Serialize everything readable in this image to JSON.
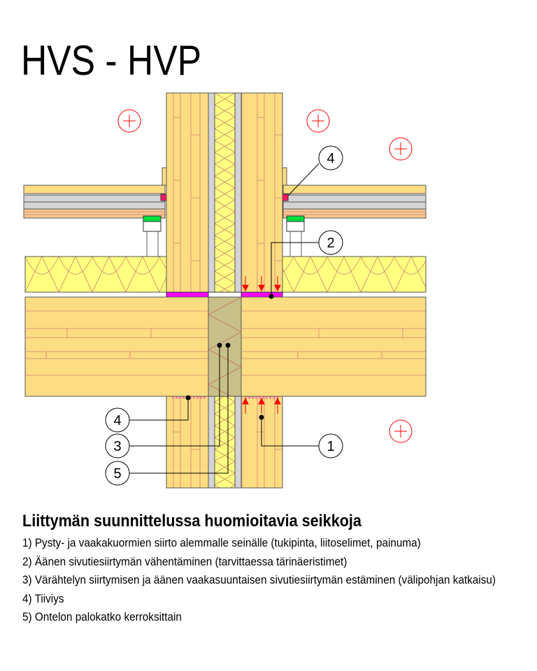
{
  "title": "HVS - HVP",
  "callouts": [
    "4",
    "2",
    "4",
    "3",
    "5",
    "1"
  ],
  "notes": {
    "heading": "Liittymän suunnittelussa huomioitavia seikkoja",
    "items": [
      "1) Pysty- ja vaakakuormien siirto alemmalle seinälle (tukipinta, liitoselimet, painuma)",
      "2) Äänen sivutiesiirtymän vähentäminen (tarvittaessa tärinäeristimet)",
      "3) Värähtelyn siirtymisen ja äänen vaakasuuntaisen sivutiesiirtymän estäminen (välipohjan katkaisu)",
      "4) Tiiviys",
      "5) Ontelon palokatko kerroksittain"
    ]
  },
  "colors": {
    "timber": "#fedd82",
    "insulation": "#ffff80",
    "gray": "#d4d4d4",
    "firestop": "#c8c088",
    "sealant": "#ff00ff",
    "red": "#ff0000",
    "green": "#00e040"
  }
}
